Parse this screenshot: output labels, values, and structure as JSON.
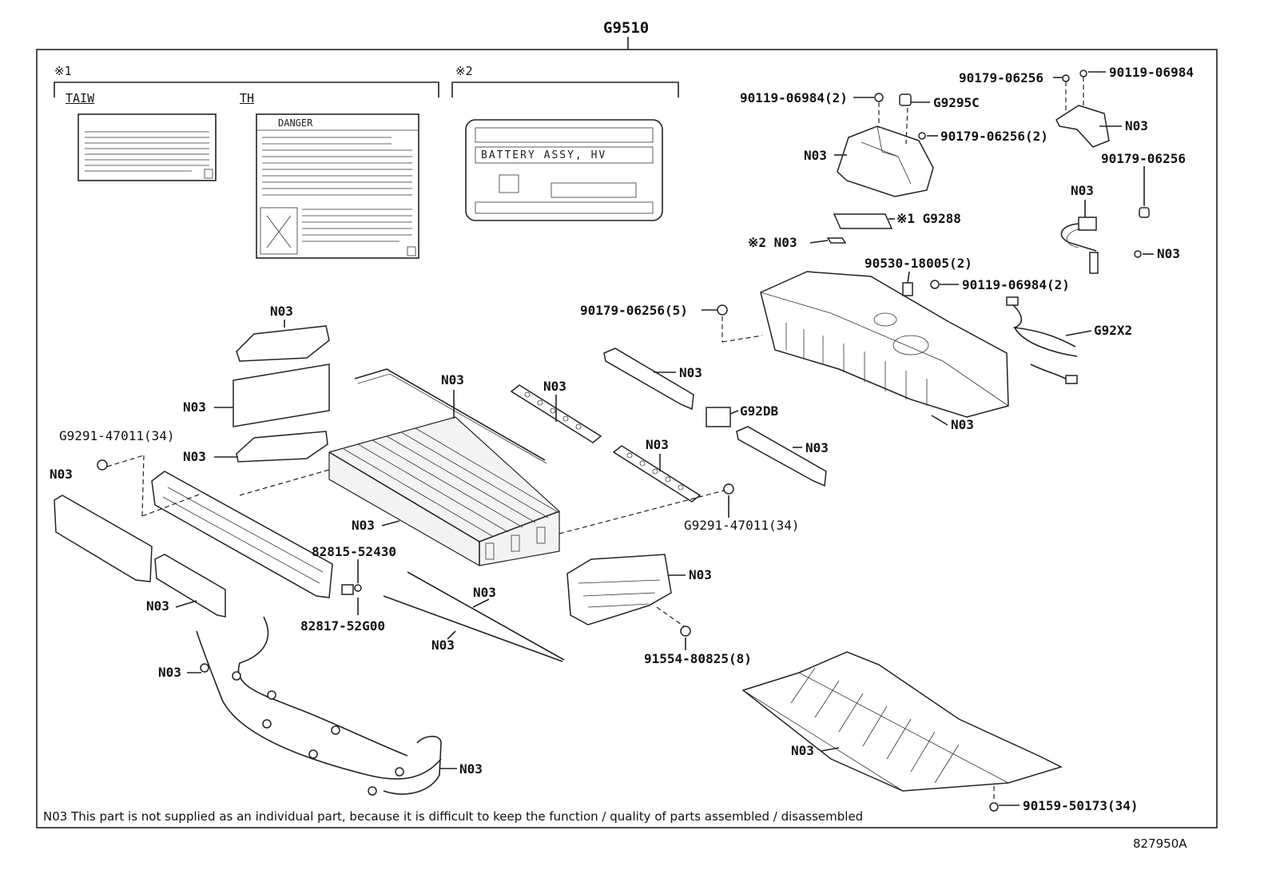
{
  "diagram": {
    "assembly_number": "G9510",
    "figure_number": "827950A",
    "footnote": "N03 This part is not supplied as an individual part, because it is difficult to keep the function / quality of parts assembled / disassembled",
    "group_marks": {
      "group1": "※1",
      "group2": "※2"
    },
    "labels_section": {
      "taiw_label": "TAIW",
      "th_label": "TH",
      "danger_text": "DANGER",
      "nameplate_text": "BATTERY ASSY, HV"
    },
    "callouts": {
      "c_90179_06256_top": "90179-06256",
      "c_90119_06984_top": "90119-06984",
      "c_90119_06984_2_a": "90119-06984(2)",
      "c_g9295c": "G9295C",
      "c_n03_bracket_right": "N03",
      "c_n03_cover": "N03",
      "c_90179_06256_2": "90179-06256(2)",
      "c_90179_06256_mid": "90179-06256",
      "c_n03_wire_small": "N03",
      "c_n03_nut_right": "N03",
      "c_g9288": "※1 G9288",
      "c_n03_label2": "※2 N03",
      "c_90530_18005": "90530-18005(2)",
      "c_90119_06984_2_b": "90119-06984(2)",
      "c_90179_06256_5": "90179-06256(5)",
      "c_g92x2": "G92X2",
      "c_n03_case": "N03",
      "c_n03_top_plate": "N03",
      "c_n03_end_plate": "N03",
      "c_n03_lower_plate": "N03",
      "c_n03_rod_top": "N03",
      "c_n03_busbar_a": "N03",
      "c_n03_rail_a": "N03",
      "c_g92db": "G92DB",
      "c_n03_busbar_b": "N03",
      "c_n03_rail_b": "N03",
      "c_g9291_left": "G9291-47011(34)",
      "c_g9291_right": "G9291-47011(34)",
      "c_n03_side_plate": "N03",
      "c_n03_module": "N03",
      "c_82815": "82815-52430",
      "c_82817": "82817-52G00",
      "c_n03_small_plate": "N03",
      "c_n03_rod_b1": "N03",
      "c_n03_rod_b2": "N03",
      "c_n03_bracket_bottom": "N03",
      "c_91554": "91554-80825(8)",
      "c_n03_harness_a": "N03",
      "c_n03_harness_b": "N03",
      "c_n03_tray": "N03",
      "c_90159": "90159-50173(34)"
    }
  }
}
